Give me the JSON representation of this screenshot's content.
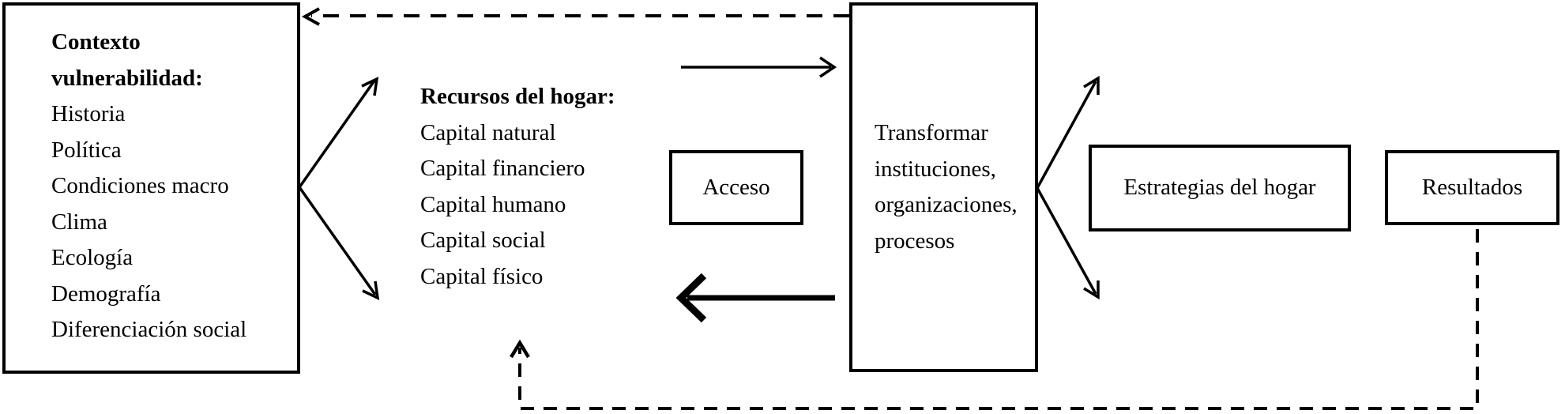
{
  "diagram": {
    "colors": {
      "line": "#000000",
      "background": "#ffffff",
      "text": "#000000"
    },
    "contexto": {
      "title_line1": "Contexto",
      "title_line2": "vulnerabilidad:",
      "items": [
        "Historia",
        "Política",
        "Condiciones macro",
        "Clima",
        "Ecología",
        "Demografía",
        "Diferenciación social"
      ]
    },
    "recursos": {
      "title": "Recursos del hogar:",
      "items": [
        "Capital natural",
        "Capital financiero",
        "Capital humano",
        "Capital social",
        "Capital físico"
      ]
    },
    "acceso": {
      "label": "Acceso"
    },
    "transformar": {
      "lines": [
        "Transformar",
        "instituciones,",
        "organizaciones,",
        "procesos"
      ]
    },
    "estrategias": {
      "label": "Estrategias del hogar"
    },
    "resultados": {
      "label": "Resultados"
    }
  }
}
